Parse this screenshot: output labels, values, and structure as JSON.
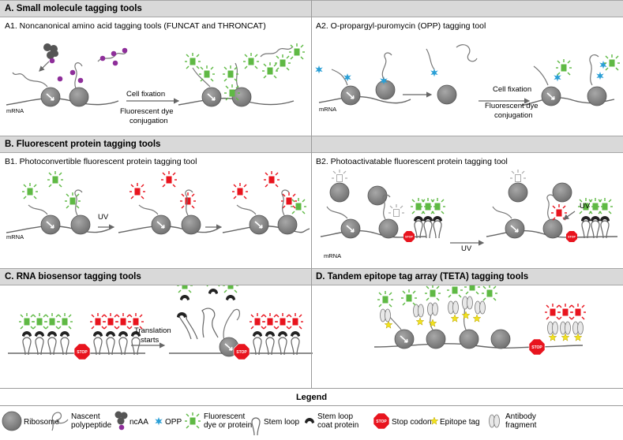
{
  "sections": {
    "a": {
      "header": "A. Small molecule tagging tools",
      "a1": "A1. Noncanonical amino acid tagging tools (FUNCAT and THRONCAT)",
      "a2": "A2. O-propargyl-puromycin (OPP) tagging tool"
    },
    "b": {
      "header": "B. Fluorescent protein tagging tools",
      "b1": "B1. Photoconvertible fluorescent protein tagging tool",
      "b2": "B2. Photoactivatable fluorescent protein tagging tool"
    },
    "c": {
      "header": "C. RNA biosensor tagging tools"
    },
    "d": {
      "header": "D. Tandem epitope tag array (TETA) tagging tools"
    }
  },
  "labels": {
    "mrna": "mRNA",
    "cell_fixation": "Cell fixation",
    "dye_conjugation_1": "Fluorescent dye",
    "dye_conjugation_2": "conjugation",
    "uv": "UV",
    "translation_1": "Translation",
    "translation_2": "starts",
    "stop": "STOP"
  },
  "legend": {
    "title": "Legend",
    "items": [
      {
        "line1": "Ribosome",
        "line2": ""
      },
      {
        "line1": "Nascent",
        "line2": "polypeptide"
      },
      {
        "line1": "ncAA",
        "line2": ""
      },
      {
        "line1": "OPP",
        "line2": ""
      },
      {
        "line1": "Fluorescent",
        "line2": "dye or protein"
      },
      {
        "line1": "Stem loop",
        "line2": ""
      },
      {
        "line1": "Stem loop",
        "line2": "coat protein"
      },
      {
        "line1": "Stop codon",
        "line2": ""
      },
      {
        "line1": "Epitope tag",
        "line2": ""
      },
      {
        "line1": "Antibody",
        "line2": "fragment"
      }
    ]
  },
  "colors": {
    "green": "#5fb944",
    "red": "#e8141e",
    "purple": "#8e2e9a",
    "blue": "#2a9fd6",
    "yellow": "#f2e21e",
    "ribosome": "#8c8c8c",
    "header_bg": "#d9d9d9"
  },
  "icons": [
    "ribosome-icon",
    "polypeptide-icon",
    "ncaa-icon",
    "opp-icon",
    "fluorescent-tag-icon",
    "stem-loop-icon",
    "coat-protein-icon",
    "stop-sign-icon",
    "epitope-tag-icon",
    "antibody-icon"
  ]
}
